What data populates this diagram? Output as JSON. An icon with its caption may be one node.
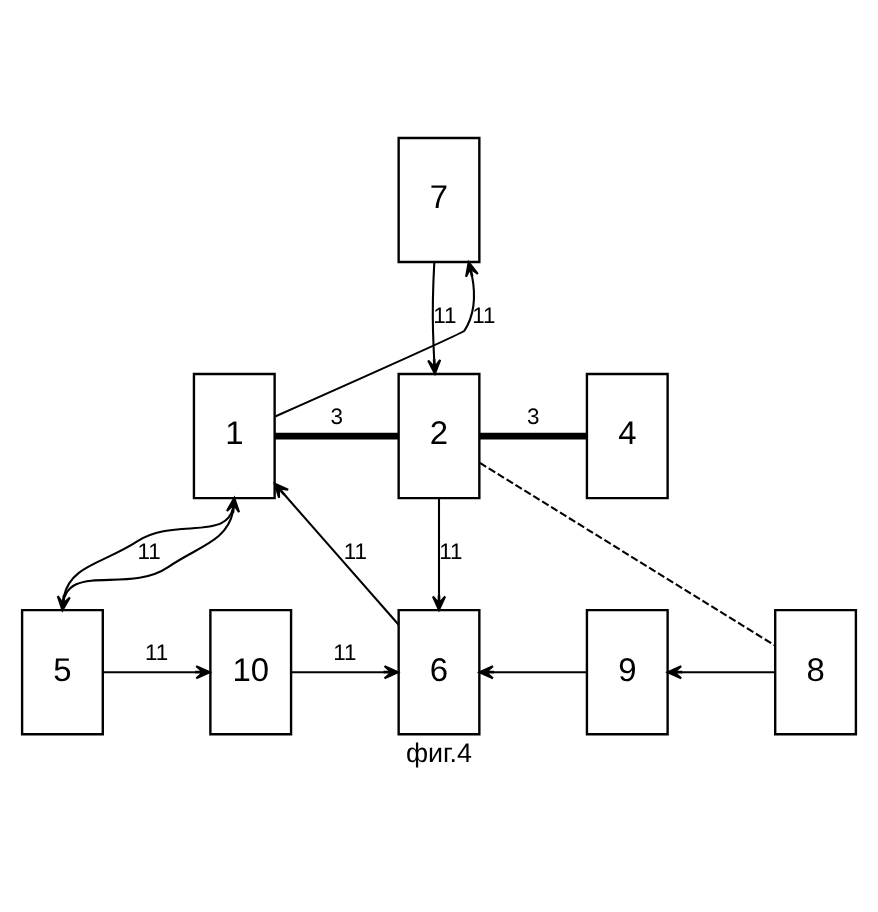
{
  "diagram": {
    "caption": "фиг.4",
    "nodes": [
      {
        "text": [
          "7"
        ]
      },
      {
        "text": [
          "1"
        ]
      },
      {
        "text": [
          "2"
        ]
      },
      {
        "text": [
          "4"
        ]
      },
      {
        "text": [
          "5"
        ]
      },
      {
        "text": [
          "10"
        ]
      },
      {
        "text": [
          "6"
        ]
      },
      {
        "text": [
          "9"
        ]
      },
      {
        "text": [
          "8"
        ]
      }
    ],
    "edges": [
      {
        "from": 1,
        "to": 0,
        "arrow": "to",
        "label": "11"
      },
      {
        "from": 0,
        "to": 2,
        "arrow": "to",
        "label": "11"
      },
      {
        "from": 1,
        "to": 2,
        "arrow": "none",
        "style": "thick",
        "label": "3"
      },
      {
        "from": 2,
        "to": 3,
        "arrow": "none",
        "style": "thick",
        "label": "3"
      },
      {
        "from": 1,
        "to": 4,
        "arrow": "to",
        "label": "11"
      },
      {
        "from": 4,
        "to": 1,
        "arrow": "to"
      },
      {
        "from": 2,
        "to": 6,
        "arrow": "to",
        "label": "11"
      },
      {
        "from": 2,
        "to": 8,
        "arrow": "none",
        "style": "dashed"
      },
      {
        "from": 4,
        "to": 5,
        "arrow": "to",
        "label": "11"
      },
      {
        "from": 5,
        "to": 6,
        "arrow": "to",
        "label": "11"
      },
      {
        "from": 7,
        "to": 6,
        "arrow": "to"
      },
      {
        "from": 8,
        "to": 7,
        "arrow": "to"
      },
      {
        "from": 6,
        "to": 1,
        "arrow": "to",
        "label": "11"
      }
    ]
  }
}
